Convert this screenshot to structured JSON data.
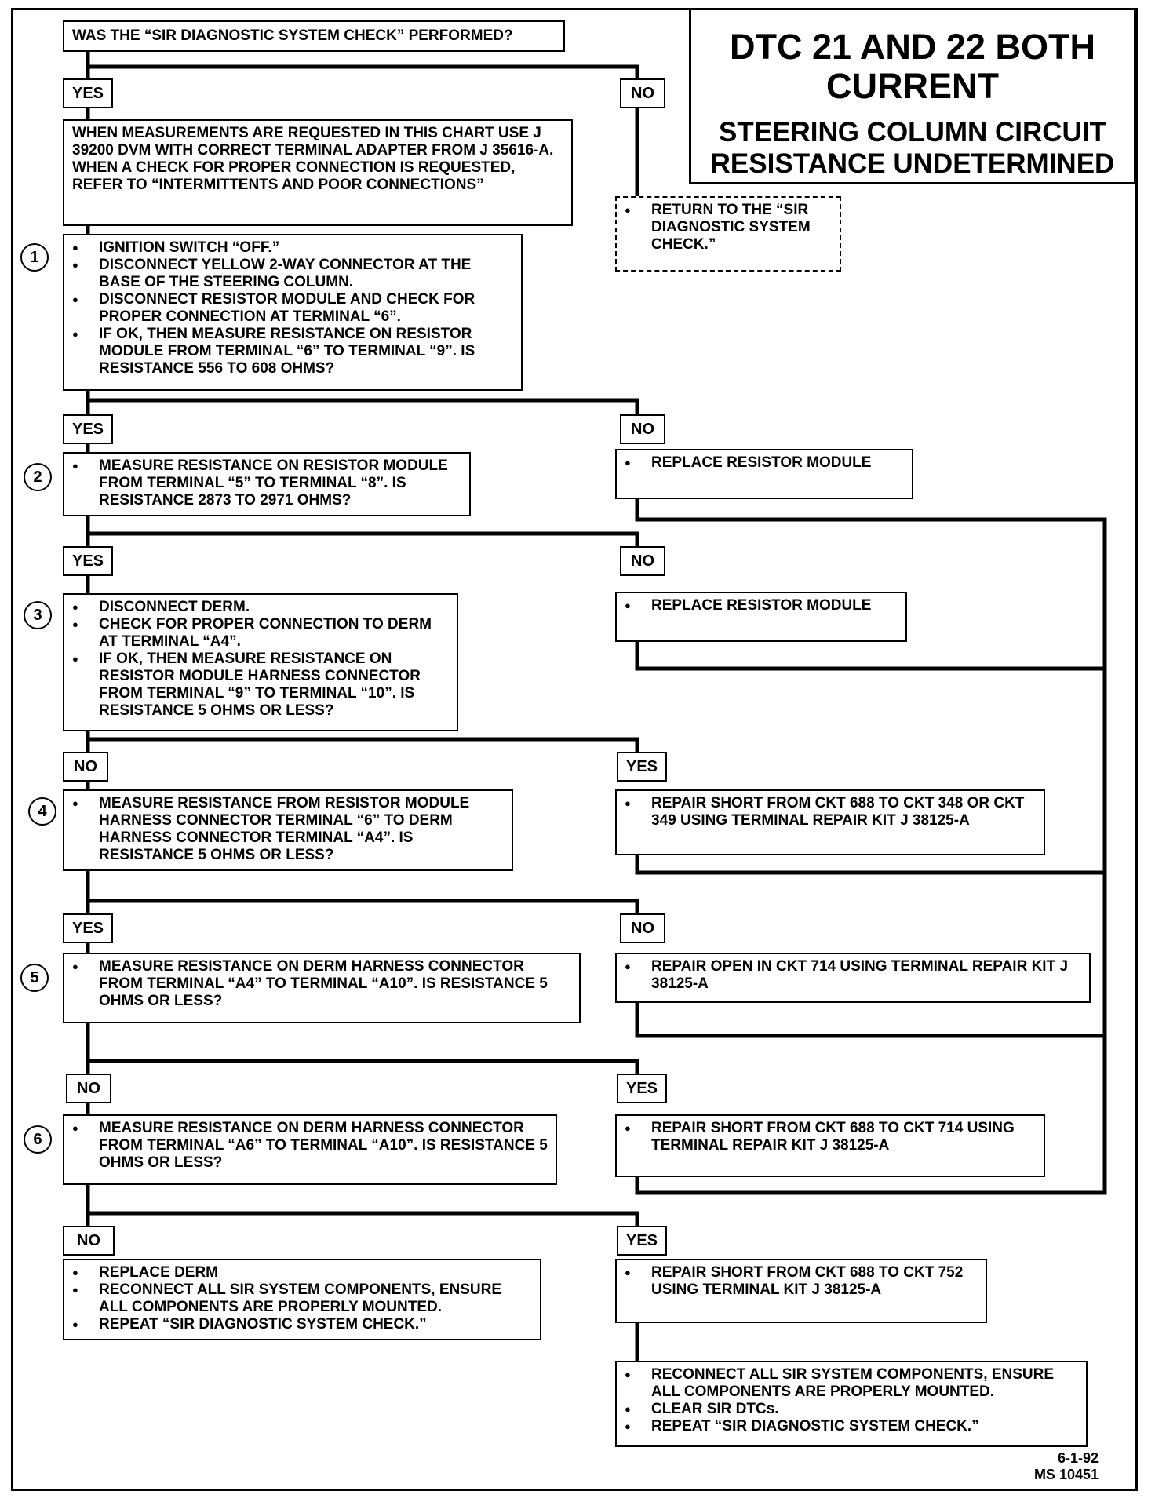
{
  "title": {
    "line1": "DTC 21 AND 22 BOTH",
    "line2": "CURRENT",
    "subtitle1": "STEERING COLUMN CIRCUIT",
    "subtitle2": "RESISTANCE UNDETERMINED"
  },
  "question": "WAS THE “SIR DIAGNOSTIC SYSTEM CHECK” PERFORMED?",
  "labels": {
    "yes": "YES",
    "no": "NO"
  },
  "intro": "WHEN MEASUREMENTS ARE REQUESTED IN THIS CHART USE J 39200 DVM WITH CORRECT TERMINAL ADAPTER FROM J 35616-A. WHEN A CHECK FOR PROPER CONNECTION IS REQUESTED, REFER TO “INTERMITTENTS AND POOR CONNECTIONS”",
  "return_check": "RETURN TO THE “SIR DIAGNOSTIC SYSTEM CHECK.”",
  "steps": [
    {
      "num": "1",
      "items": [
        "IGNITION SWITCH “OFF.”",
        "DISCONNECT YELLOW 2-WAY CONNECTOR AT THE BASE OF THE STEERING COLUMN.",
        "DISCONNECT RESISTOR MODULE AND CHECK FOR PROPER CONNECTION AT TERMINAL “6”.",
        "IF OK, THEN MEASURE RESISTANCE ON RESISTOR MODULE FROM TERMINAL “6” TO TERMINAL “9”. IS RESISTANCE 556 TO 608 OHMS?"
      ]
    },
    {
      "num": "2",
      "items": [
        "MEASURE RESISTANCE ON RESISTOR MODULE FROM TERMINAL “5” TO TERMINAL “8”. IS RESISTANCE 2873 TO 2971 OHMS?"
      ]
    },
    {
      "num": "3",
      "items": [
        "DISCONNECT DERM.",
        "CHECK FOR PROPER CONNECTION TO DERM AT TERMINAL “A4”.",
        "IF OK, THEN MEASURE RESISTANCE ON RESISTOR MODULE HARNESS CONNECTOR FROM TERMINAL “9” TO TERMINAL “10”. IS RESISTANCE 5 OHMS OR LESS?"
      ]
    },
    {
      "num": "4",
      "items": [
        "MEASURE RESISTANCE FROM RESISTOR MODULE HARNESS CONNECTOR TERMINAL “6” TO DERM HARNESS CONNECTOR TERMINAL “A4”. IS RESISTANCE 5 OHMS OR LESS?"
      ]
    },
    {
      "num": "5",
      "items": [
        "MEASURE RESISTANCE ON DERM HARNESS CONNECTOR FROM TERMINAL “A4” TO TERMINAL “A10”. IS RESISTANCE 5 OHMS OR LESS?"
      ]
    },
    {
      "num": "6",
      "items": [
        "MEASURE RESISTANCE ON DERM HARNESS CONNECTOR FROM TERMINAL “A6” TO TERMINAL “A10”. IS RESISTANCE 5 OHMS OR LESS?"
      ]
    }
  ],
  "actions": {
    "replace_resistor_1": "REPLACE RESISTOR MODULE",
    "replace_resistor_2": "REPLACE RESISTOR MODULE",
    "repair_short_348": "REPAIR SHORT FROM CKT 688 TO CKT 348 OR CKT 349 USING TERMINAL REPAIR KIT J 38125-A",
    "repair_open_714": "REPAIR OPEN IN CKT 714 USING TERMINAL REPAIR KIT J 38125-A",
    "repair_short_714": "REPAIR SHORT FROM CKT 688 TO CKT 714 USING TERMINAL REPAIR KIT J 38125-A",
    "repair_short_752": "REPAIR SHORT FROM CKT 688 TO CKT 752 USING TERMINAL KIT J 38125-A",
    "replace_derm": [
      "REPLACE DERM",
      "RECONNECT ALL SIR SYSTEM COMPONENTS, ENSURE ALL COMPONENTS ARE PROPERLY MOUNTED.",
      "REPEAT “SIR DIAGNOSTIC SYSTEM CHECK.”"
    ],
    "final": [
      "RECONNECT ALL SIR SYSTEM COMPONENTS, ENSURE ALL COMPONENTS ARE PROPERLY MOUNTED.",
      "CLEAR SIR DTCs.",
      "REPEAT “SIR DIAGNOSTIC SYSTEM CHECK.”"
    ]
  },
  "footer": {
    "date": "6-1-92",
    "code": "MS 10451"
  }
}
